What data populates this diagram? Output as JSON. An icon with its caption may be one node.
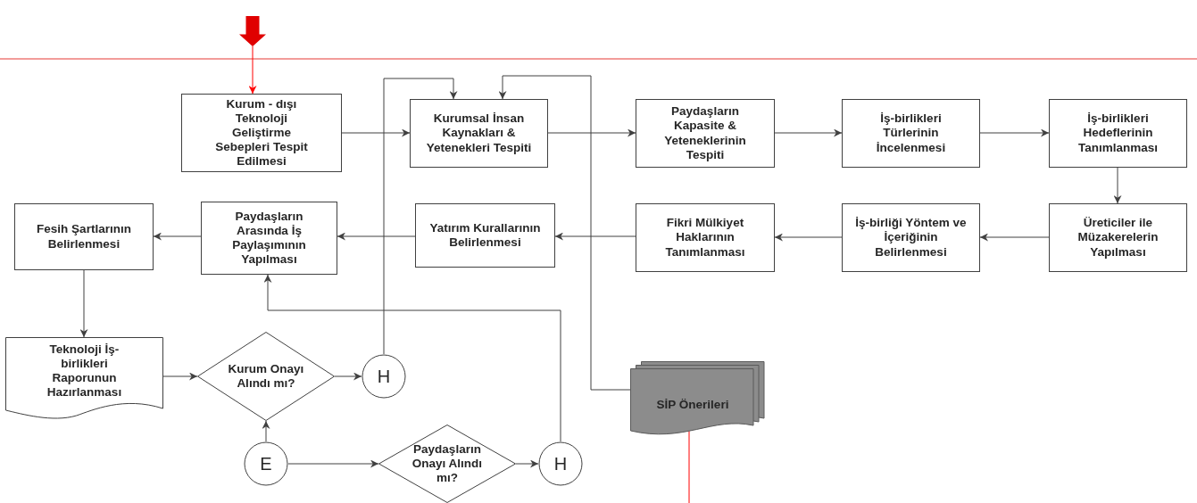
{
  "diagram": {
    "nodes": [
      {
        "text": [
          "Kurum - dışı Teknoloji Geliştirme Sebepleri Tespit Edilmesi"
        ]
      },
      {
        "text": [
          "Kurumsal İnsan Kaynakları & Yetenekleri Tespiti"
        ]
      },
      {
        "text": [
          "Paydaşların Kapasite & Yeteneklerinin Tespiti"
        ]
      },
      {
        "text": [
          "İş-birlikleri Türlerinin İncelenmesi"
        ]
      },
      {
        "text": [
          "İş-birlikleri Hedeflerinin Tanımlanması"
        ]
      },
      {
        "text": [
          "Üreticiler ile Müzakerelerin Yapılması"
        ]
      },
      {
        "text": [
          "İş-birliği Yöntem ve İçeriğinin Belirlenmesi"
        ]
      },
      {
        "text": [
          "Fikri Mülkiyet Haklarının Tanımlanması"
        ]
      },
      {
        "text": [
          "Yatırım Kurallarının Belirlenmesi"
        ]
      },
      {
        "text": [
          "Paydaşların Arasında İş Paylaşımının Yapılması"
        ]
      },
      {
        "text": [
          "Fesih Şartlarının Belirlenmesi"
        ]
      },
      {
        "text": [
          "Teknoloji İş-birlikleri Raporunun Hazırlanması"
        ]
      },
      {
        "text": [
          "Kurum Onayı Alındı mı?"
        ]
      },
      {
        "text": [
          "H"
        ]
      },
      {
        "text": [
          "E"
        ]
      },
      {
        "text": [
          "Paydaşların Onayı Alındı mı?"
        ]
      },
      {
        "text": [
          "H"
        ]
      },
      {
        "text": [
          "SİP Önerileri"
        ]
      },
      {
        "text": [],
        "shape": "arrow"
      }
    ],
    "edges": [
      {
        "from": 18,
        "to": 0,
        "arrow": "to",
        "color": "#ff0000"
      },
      {
        "from": 0,
        "to": 1,
        "arrow": "to"
      },
      {
        "from": 1,
        "to": 2,
        "arrow": "to"
      },
      {
        "from": 2,
        "to": 3,
        "arrow": "to"
      },
      {
        "from": 3,
        "to": 4,
        "arrow": "to"
      },
      {
        "from": 4,
        "to": 5,
        "arrow": "to"
      },
      {
        "from": 5,
        "to": 6,
        "arrow": "to"
      },
      {
        "from": 6,
        "to": 7,
        "arrow": "to"
      },
      {
        "from": 7,
        "to": 8,
        "arrow": "to"
      },
      {
        "from": 8,
        "to": 9,
        "arrow": "to"
      },
      {
        "from": 9,
        "to": 10,
        "arrow": "to"
      },
      {
        "from": 10,
        "to": 11,
        "arrow": "to"
      },
      {
        "from": 11,
        "to": 12,
        "arrow": "to"
      },
      {
        "from": 12,
        "to": 13,
        "arrow": "to"
      },
      {
        "from": 14,
        "to": 12,
        "arrow": "to"
      },
      {
        "from": 14,
        "to": 15,
        "arrow": "to"
      },
      {
        "from": 15,
        "to": 16,
        "arrow": "to"
      },
      {
        "from": 16,
        "to": 9,
        "arrow": "to"
      },
      {
        "from": 13,
        "to": 1,
        "arrow": "to"
      },
      {
        "from": 17,
        "to": 1,
        "arrow": "to"
      },
      {
        "from": 17,
        "to": null,
        "arrow": "none",
        "color": "#ff0000"
      }
    ]
  }
}
